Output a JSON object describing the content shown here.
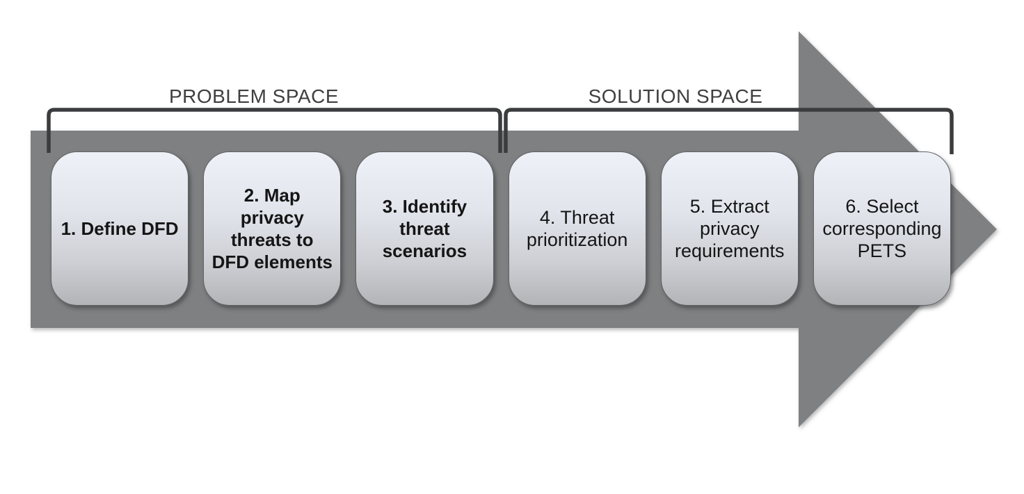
{
  "diagram": {
    "title_hint": "Privacy threat modeling process flow",
    "sections": [
      {
        "id": "problem",
        "label": "PROBLEM SPACE",
        "covers_steps": [
          1,
          2,
          3
        ]
      },
      {
        "id": "solution",
        "label": "SOLUTION SPACE",
        "covers_steps": [
          4,
          5,
          6
        ]
      }
    ],
    "steps": [
      {
        "number": 1,
        "label": "1. Define DFD",
        "emphasis": "bold"
      },
      {
        "number": 2,
        "label": "2. Map privacy threats to DFD elements",
        "emphasis": "bold"
      },
      {
        "number": 3,
        "label": "3. Identify threat scenarios",
        "emphasis": "bold"
      },
      {
        "number": 4,
        "label": "4. Threat prioritization",
        "emphasis": "regular"
      },
      {
        "number": 5,
        "label": "5. Extract privacy requirements",
        "emphasis": "regular"
      },
      {
        "number": 6,
        "label": "6. Select corresponding PETS",
        "emphasis": "regular"
      }
    ],
    "colors": {
      "arrow_fill": "#7e8082",
      "bracket_stroke": "#3b3c3e",
      "box_gradient_top": "#eef1f8",
      "box_gradient_bottom": "#b2b4b7",
      "box_border": "#5f6164",
      "section_label_text": "#3f3f3f",
      "step_text": "#151515",
      "background": "#ffffff"
    }
  }
}
